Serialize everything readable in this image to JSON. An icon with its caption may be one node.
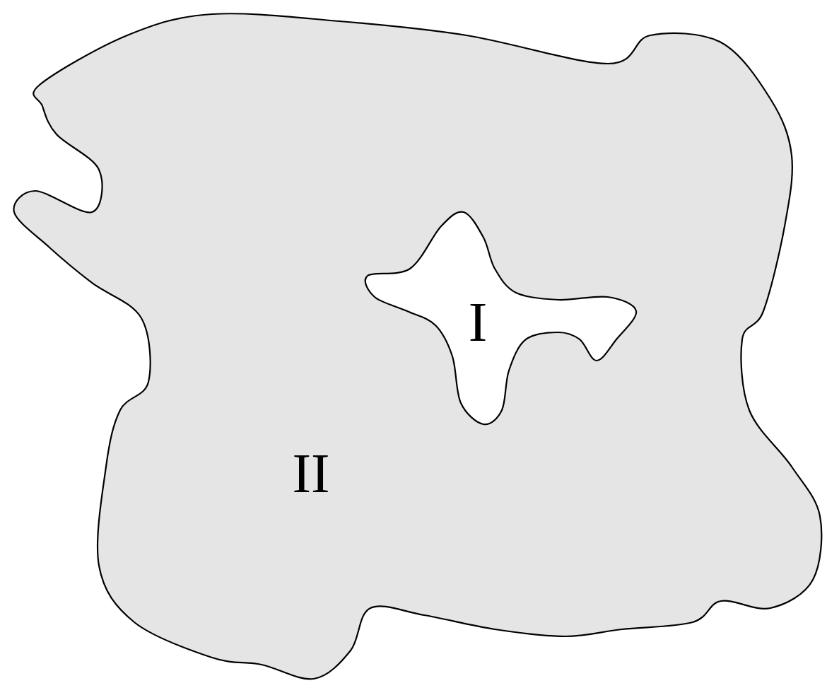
{
  "diagram": {
    "nodes": [
      {
        "text": [
          "II"
        ]
      },
      {
        "text": [
          "I"
        ],
        "in": 0
      }
    ]
  }
}
